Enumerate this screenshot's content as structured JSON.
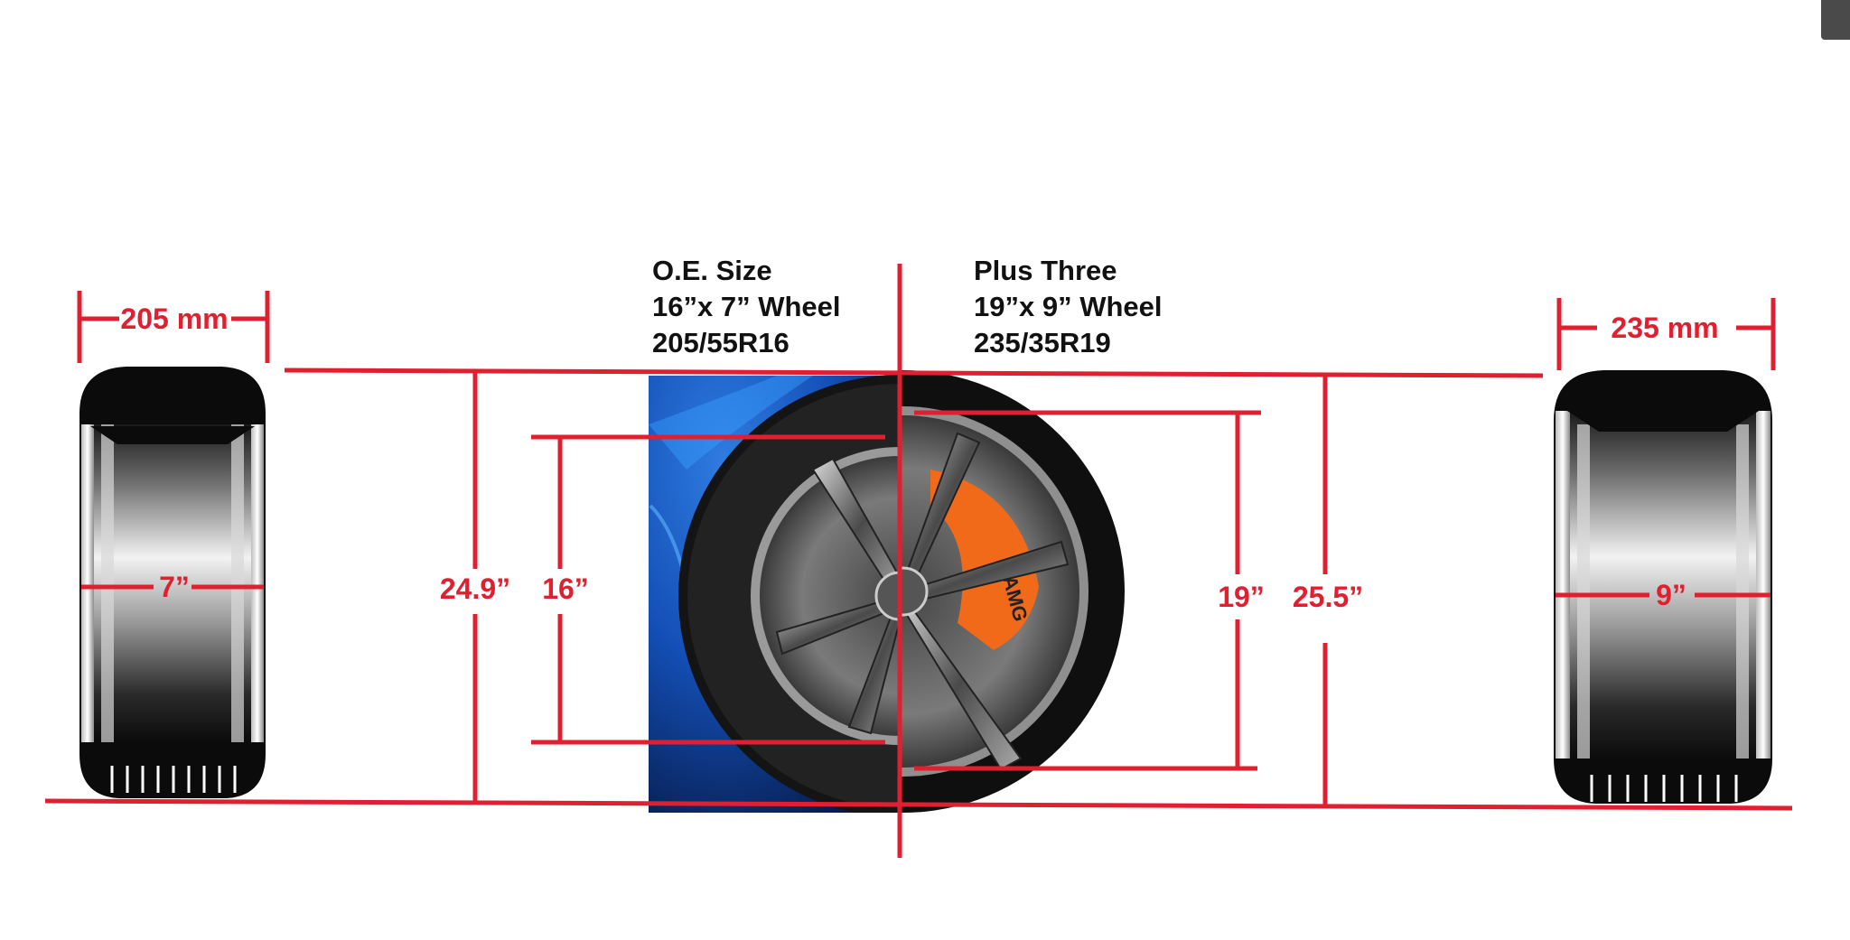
{
  "colors": {
    "measure": "#e02030",
    "text": "#111111",
    "caliper": "#f06a1a",
    "body_paint": "#1450b8"
  },
  "oe": {
    "heading": "O.E. Size",
    "wheel": "16”x 7” Wheel",
    "tire": "205/55R16",
    "tread_width": "205 mm",
    "rim_width": "7”",
    "overall_diameter": "24.9”",
    "wheel_diameter": "16”"
  },
  "plus": {
    "heading": "Plus Three",
    "wheel": "19”x 9” Wheel",
    "tire": "235/35R19",
    "tread_width": "235 mm",
    "rim_width": "9”",
    "overall_diameter": "25.5”",
    "wheel_diameter": "19”"
  },
  "caliper_text": "AMG",
  "icons": {
    "left_tire": "tire-side-profile-icon",
    "right_tire": "tire-side-profile-icon",
    "center_wheel": "wheel-comparison-photo"
  }
}
